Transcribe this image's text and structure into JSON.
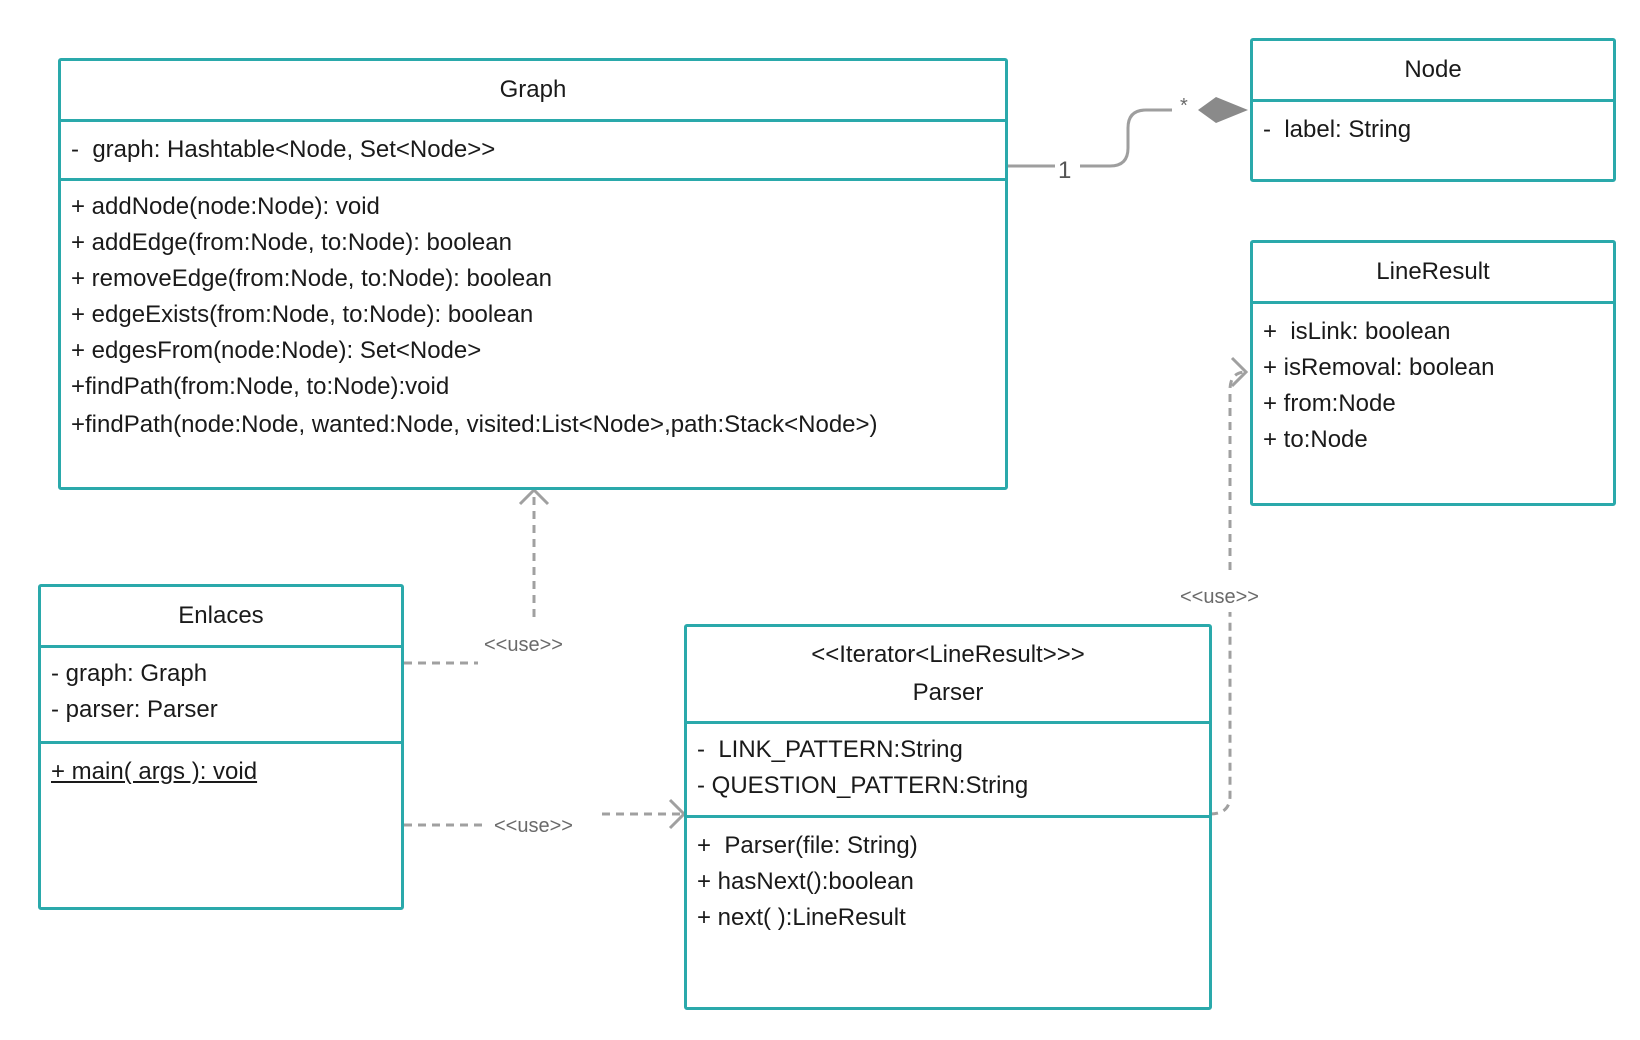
{
  "classes": {
    "graph": {
      "name": "Graph",
      "attributes": [
        "-  graph: Hashtable<Node, Set<Node>>"
      ],
      "methods": [
        "+ addNode(node:Node): void",
        "+ addEdge(from:Node, to:Node): boolean",
        "+ removeEdge(from:Node, to:Node): boolean",
        "+ edgeExists(from:Node, to:Node): boolean",
        "+ edgesFrom(node:Node): Set<Node>",
        "+findPath(from:Node, to:Node):void",
        "+findPath(node:Node, wanted:Node, visited:List<Node>,path:Stack<Node>)"
      ]
    },
    "node": {
      "name": "Node",
      "attributes": [
        "-  label: String"
      ]
    },
    "lineresult": {
      "name": "LineResult",
      "attributes": [
        "+  isLink: boolean",
        "+ isRemoval: boolean",
        "+ from:Node",
        "+ to:Node"
      ]
    },
    "enlaces": {
      "name": "Enlaces",
      "attributes": [
        "- graph: Graph",
        "- parser: Parser"
      ],
      "methods": [
        "+ main( args ): void"
      ]
    },
    "parser": {
      "stereotype": "<<Iterator<LineResult>>>",
      "name": "Parser",
      "attributes": [
        "-  LINK_PATTERN:String",
        "- QUESTION_PATTERN:String"
      ],
      "methods": [
        "+  Parser(file: String)",
        "+ hasNext():boolean",
        "+ next( ):LineResult"
      ]
    }
  },
  "relations": {
    "graph_node_mult_graph": "1",
    "graph_node_mult_node": "*",
    "use_label": "<<use>>"
  },
  "colors": {
    "class_border": "#2aa9ab",
    "connector": "#9e9e9e"
  }
}
